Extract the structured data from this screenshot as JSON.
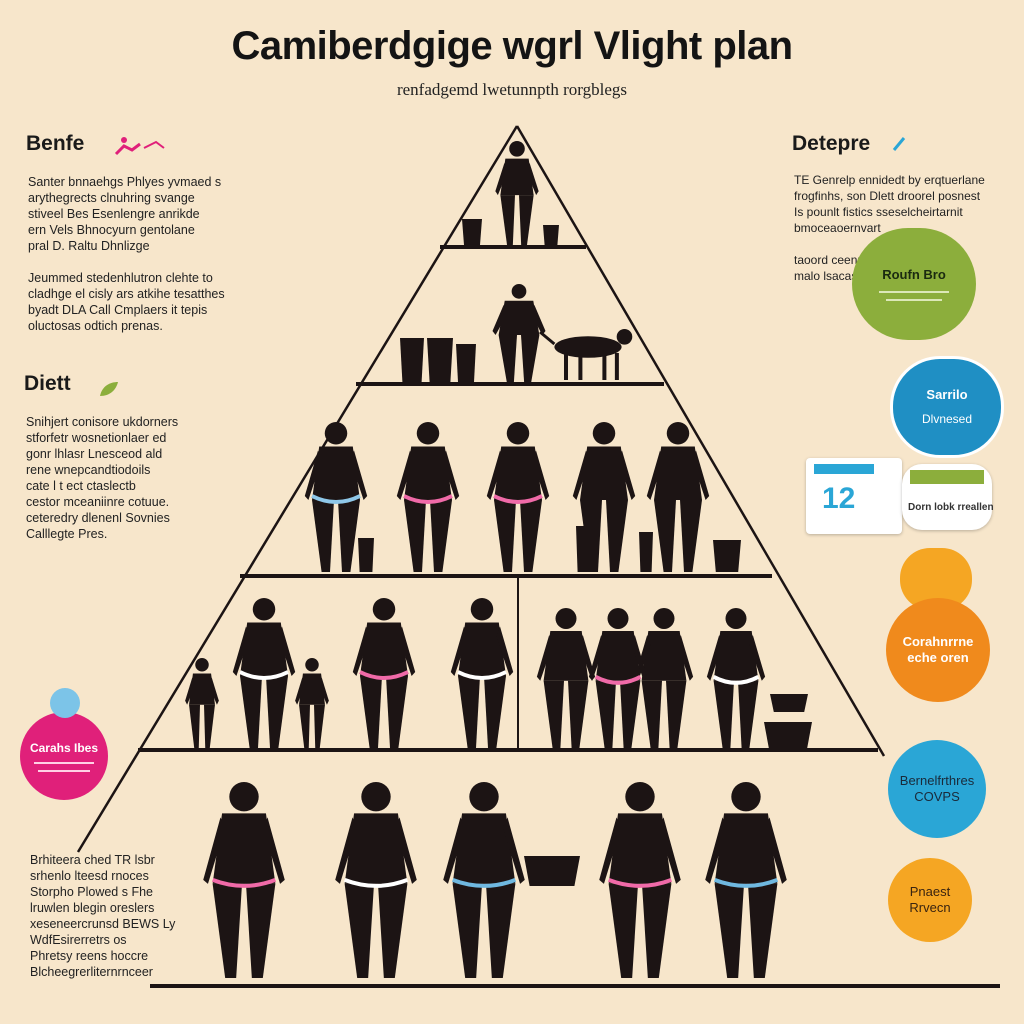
{
  "header": {
    "title": "Camiberdgige wgrl Vlight plan",
    "subtitle": "renfadgemd lwetunnpth rorgblegs"
  },
  "left": {
    "before_heading": "Benfe",
    "before_para_1": "Santer bnnaehgs Phlyes yvmaed s\narythegrects clnuhring svange\nstiveel Bes Esenlengre anrikde\nern Vels Bhnocyurn gentolane\npral D. Raltu Dhnlizge",
    "before_para_2": "Jeummed stedenhlutron clehte to\ncladhge el cisly ars atkihe tesatthes\nbyadt DLA Call Cmplaers it tepis\noluctosas odtich prenas.",
    "diet_heading": "Diett",
    "diet_para": "Snihjert conisore ukdorners\nstforfetr wosnetionlaer ed\ngonr lhlasr Lnesceod ald\nrene wnepcandtiodoils\ncate l t ect ctaslectb\ncestor mceaniinre cotuue.\nceteredry dlenenl Sovnies\nCalllegte Pres.",
    "bottom_para": "Brhiteera ched TR lsbr\nsrhenlo lteesd rnoces\nStorpho Plowed s Fhe\nlruwlen blegin oreslers\nxeseneercrunsd BEWS Ly\nWdfEsirerretrs os\nPhretsy reens hoccre\nBlcheegrerliternrnceer",
    "pink_badge_line_1": "Carahs Ibes"
  },
  "right": {
    "heading": "Detepre",
    "para": "TE Genrelp ennidedt by erqtuerlane\nfrogfinhs, son Dlett droorel posnest\nIs pounlt fistics sseselcheirtarnit\nbmoceaoernvart\n\ntaoord ceenneds\nmalo lsacasnag",
    "green_badge": "Roufn Bro",
    "blue_badge_title": "Sarrilo",
    "blue_badge_sub": "Dlvnesed",
    "card_number": "12",
    "card_caption": "Dorn lobk rreallen",
    "orange_badge_line_1": "Corahnrrne",
    "orange_badge_line_2": "eche oren",
    "blue_badge2_line_1": "Bernelfrthres",
    "blue_badge2_line_2": "COVPS",
    "yellow_badge_line_1": "Pnaest",
    "yellow_badge_line_2": "Rrvecn"
  },
  "colors": {
    "background": "#f7e6cb",
    "silhouette": "#1c1414",
    "pink": "#e0207a",
    "green": "#8cae3c",
    "blue": "#1f8fc4",
    "orange": "#f08a1c",
    "yellow": "#f5a623",
    "teal": "#2aa6d6"
  },
  "figures": {
    "tier_1": [
      {
        "kind": "woman",
        "band": "none"
      }
    ],
    "tier_2": [
      {
        "kind": "man",
        "band": "none"
      },
      {
        "kind": "dog",
        "band": "none"
      }
    ],
    "tier_3": [
      {
        "kind": "woman",
        "band": "#8ec7e8"
      },
      {
        "kind": "woman",
        "band": "#f06aa8"
      },
      {
        "kind": "woman",
        "band": "#f06aa8"
      },
      {
        "kind": "woman",
        "band": "none"
      },
      {
        "kind": "woman",
        "band": "none"
      }
    ],
    "tier_4_left": [
      {
        "kind": "child",
        "band": "none"
      },
      {
        "kind": "woman",
        "band": "#ffffff"
      },
      {
        "kind": "child",
        "band": "none"
      },
      {
        "kind": "woman",
        "band": "#f06aa8"
      },
      {
        "kind": "woman",
        "band": "#ffffff"
      }
    ],
    "tier_4_right": [
      {
        "kind": "woman",
        "band": "none"
      },
      {
        "kind": "woman",
        "band": "none"
      },
      {
        "kind": "woman",
        "band": "#ffffff"
      },
      {
        "kind": "woman",
        "band": "#f06aa8"
      }
    ],
    "tier_5": [
      {
        "kind": "woman",
        "band": "#f06aa8"
      },
      {
        "kind": "woman",
        "band": "#ffffff"
      },
      {
        "kind": "woman",
        "band": "#6fb8e0"
      },
      {
        "kind": "woman",
        "band": "#f06aa8"
      },
      {
        "kind": "woman",
        "band": "#6fb8e0"
      }
    ]
  }
}
